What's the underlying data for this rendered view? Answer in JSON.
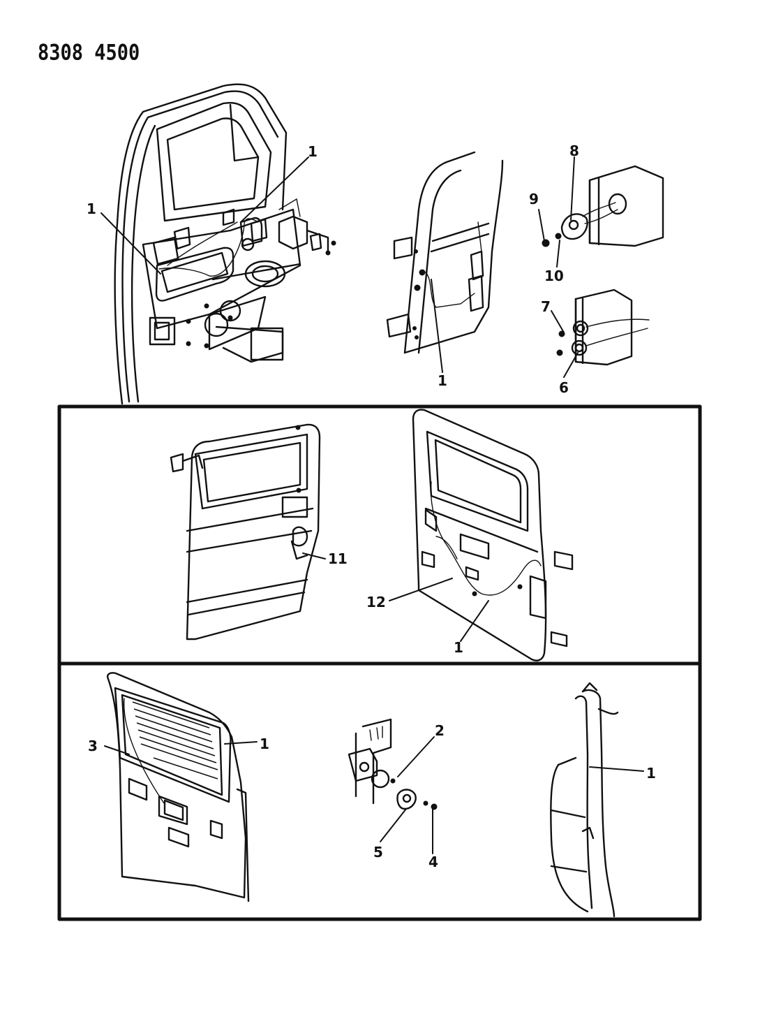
{
  "header": {
    "document_number": "8308 4500"
  },
  "callouts": {
    "front_left_upper": "1",
    "front_left_lower": "1",
    "front_mid": "1",
    "lock_8": "8",
    "lock_9": "9",
    "lock_10": "10",
    "lock_7": "7",
    "lock_6": "6",
    "slide_11": "11",
    "slide_12": "12",
    "slide_1": "1",
    "liftgate_3": "3",
    "liftgate_1": "1",
    "cyl_2": "2",
    "cyl_5": "5",
    "cyl_4": "4",
    "pillar_1": "1"
  }
}
